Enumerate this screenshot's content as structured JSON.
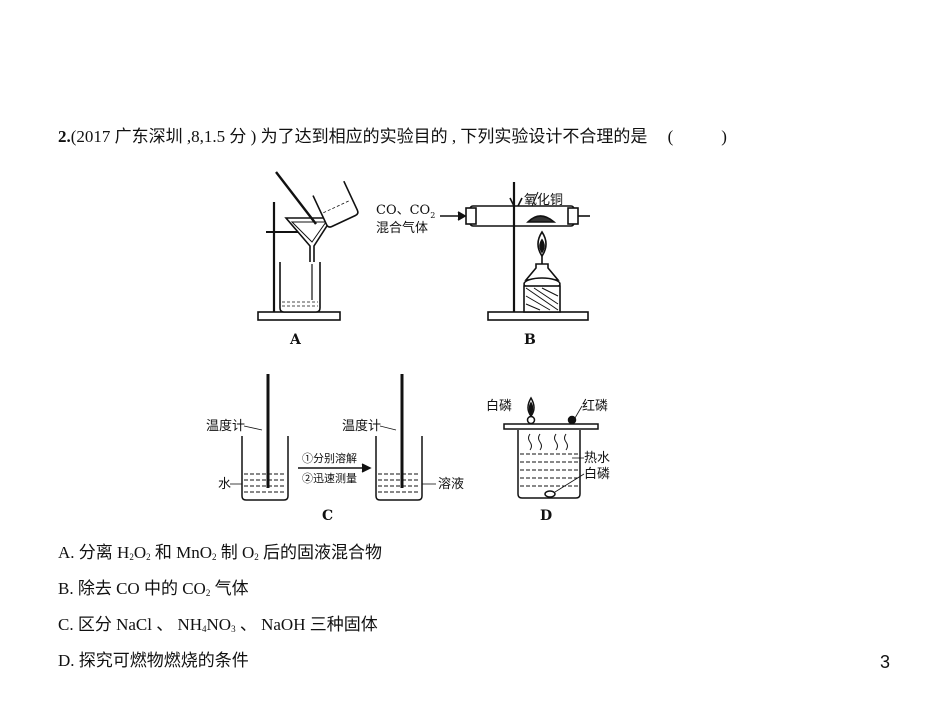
{
  "question": {
    "number": "2.",
    "source": "(2017 广东深圳 ,8,1.5 分 )",
    "stem": "为了达到相应的实验目的 , 下列实验设计不合理的是",
    "answer_open": "(",
    "answer_close": ")"
  },
  "figure_ab": {
    "label_a": "A",
    "label_b": "B",
    "gas_label_1": "CO、CO",
    "gas_label_1_sub": "2",
    "gas_label_2": "混合气体",
    "copper_oxide_label": "氧化铜"
  },
  "figure_cd": {
    "label_c": "C",
    "label_d": "D",
    "thermometer_left": "温度计",
    "thermometer_right": "温度计",
    "water_label": "水",
    "step1": "①分别溶解",
    "step2": "②迅速测量",
    "solution_label": "溶液",
    "white_p_top": "白磷",
    "red_p": "红磷",
    "hot_water": "热水",
    "white_p_bottom": "白磷"
  },
  "options": {
    "a": {
      "prefix": "A. 分离 H",
      "s1": "2",
      "m1": "O",
      "s2": "2",
      "m2": " 和 MnO",
      "s3": "2",
      "m3": " 制 O",
      "s4": "2",
      "tail": " 后的固液混合物"
    },
    "b": {
      "prefix": "B. 除去 CO 中的 CO",
      "s1": "2",
      "tail": " 气体"
    },
    "c": {
      "prefix": "C. 区分 NaCl 、 NH",
      "s1": "4",
      "m1": "NO",
      "s2": "3",
      "tail": " 、 NaOH 三种固体"
    },
    "d": {
      "text": "D. 探究可燃物燃烧的条件"
    }
  },
  "page_number": "3"
}
